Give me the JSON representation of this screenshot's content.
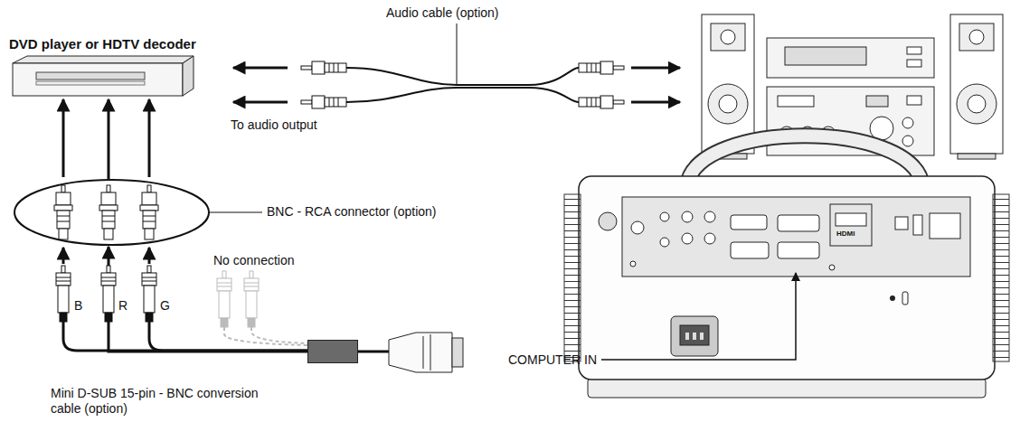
{
  "diagram": {
    "nodes": [
      {
        "text": [
          "DVD player or HDTV decoder"
        ]
      },
      {
        "text": [
          "BNC - RCA connector (option)"
        ]
      },
      {
        "text": [
          "Mini D-SUB 15-pin - BNC conversion cable (option)"
        ]
      },
      {
        "text": [
          "COMPUTER IN"
        ]
      }
    ],
    "edges": [
      {
        "from": 1,
        "to": 0,
        "arrow": "to"
      },
      {
        "from": 2,
        "to": 1,
        "arrow": "to"
      }
    ],
    "labels": [
      "Audio cable (option)",
      "To audio output",
      "No connection",
      "B",
      "R",
      "G",
      "HDMI"
    ]
  }
}
